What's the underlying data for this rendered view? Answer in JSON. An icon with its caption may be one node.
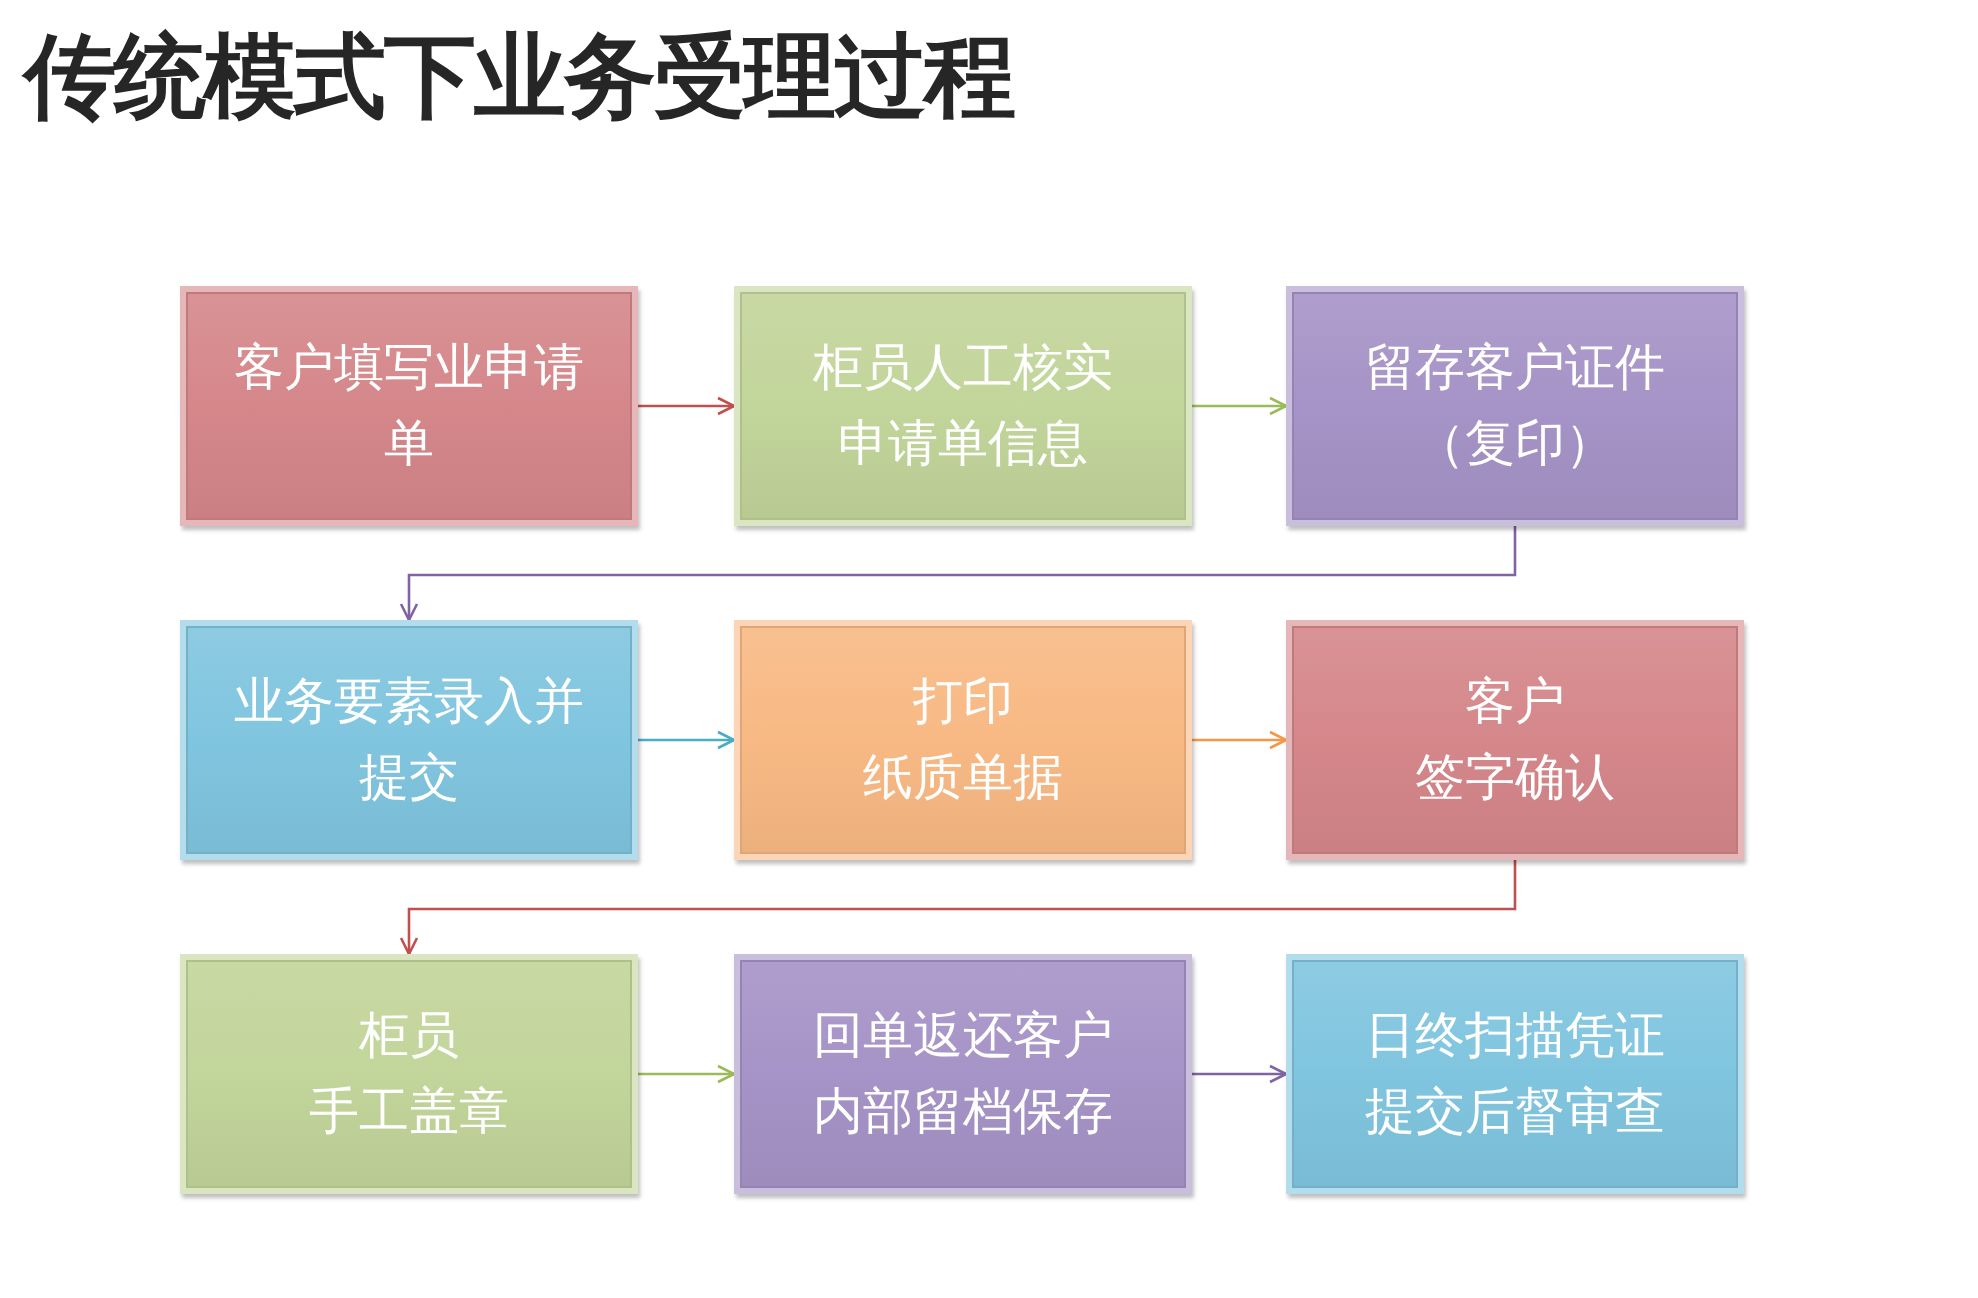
{
  "diagram": {
    "title": "传统模式下业务受理过程",
    "nodes": [
      {
        "text": [
          "客户填写业申请单"
        ]
      },
      {
        "text": [
          "柜员人工核实申请单信息"
        ]
      },
      {
        "text": [
          "留存客户证件（复印）"
        ]
      },
      {
        "text": [
          "业务要素录入并提交"
        ]
      },
      {
        "text": [
          "打印纸质单据"
        ]
      },
      {
        "text": [
          "客户签字确认"
        ]
      },
      {
        "text": [
          "柜员手工盖章"
        ]
      },
      {
        "text": [
          "回单返还客户内部留档保存"
        ]
      },
      {
        "text": [
          "日终扫描凭证提交后督审查"
        ]
      }
    ],
    "edges": [
      {
        "from": 0,
        "to": 1,
        "arrow": "to",
        "color": "#c0504d"
      },
      {
        "from": 1,
        "to": 2,
        "arrow": "to",
        "color": "#9bbb59"
      },
      {
        "from": 2,
        "to": 3,
        "arrow": "to",
        "color": "#8064a2"
      },
      {
        "from": 3,
        "to": 4,
        "arrow": "to",
        "color": "#4bacc6"
      },
      {
        "from": 4,
        "to": 5,
        "arrow": "to",
        "color": "#f79646"
      },
      {
        "from": 5,
        "to": 6,
        "arrow": "to",
        "color": "#c0504d"
      },
      {
        "from": 6,
        "to": 7,
        "arrow": "to",
        "color": "#9bbb59"
      },
      {
        "from": 7,
        "to": 8,
        "arrow": "to",
        "color": "#8064a2"
      }
    ]
  }
}
